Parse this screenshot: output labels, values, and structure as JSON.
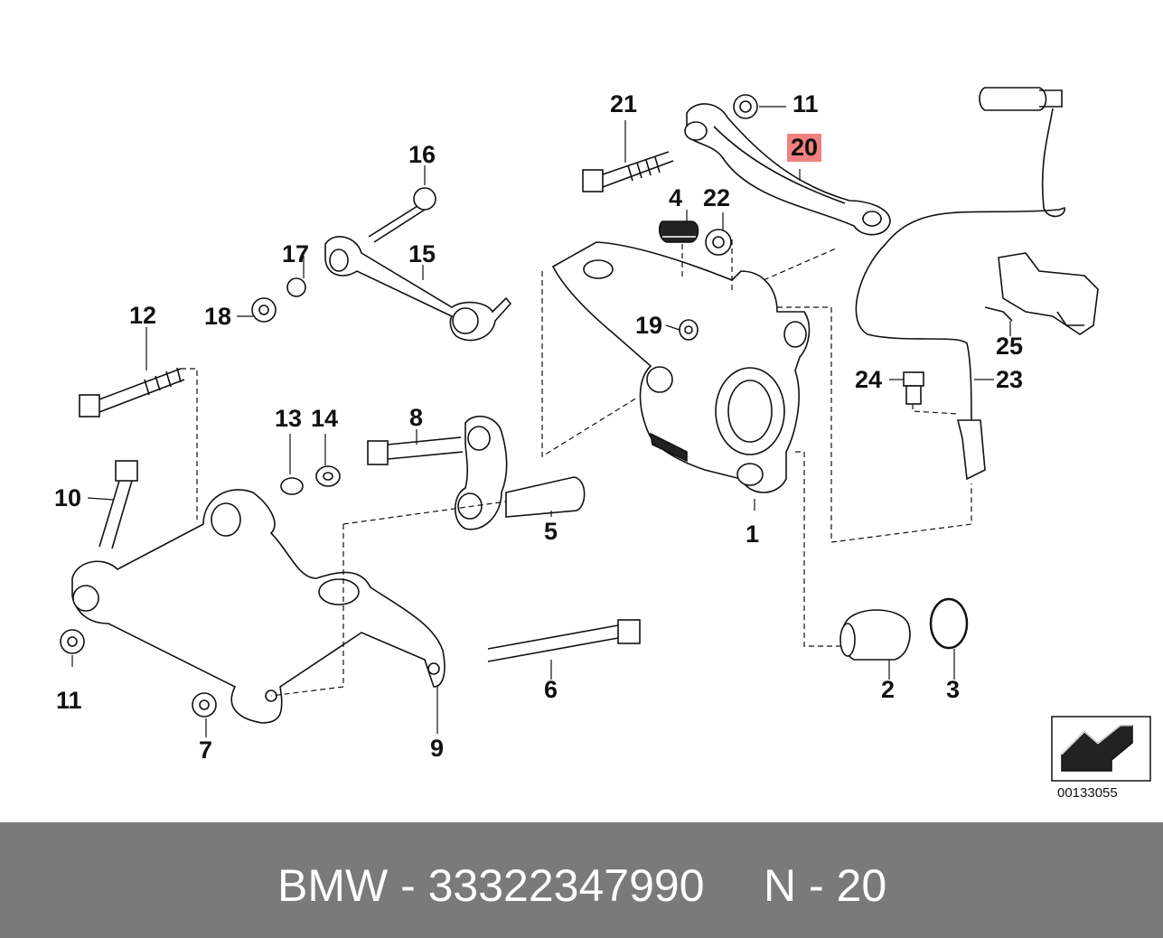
{
  "diagram": {
    "highlight_color": "#f08080",
    "diagram_id": "00133055",
    "callouts": {
      "c1": "1",
      "c2": "2",
      "c3": "3",
      "c4": "4",
      "c5": "5",
      "c6": "6",
      "c7": "7",
      "c8": "8",
      "c9": "9",
      "c10": "10",
      "c11a": "11",
      "c11b": "11",
      "c12": "12",
      "c13": "13",
      "c14": "14",
      "c15": "15",
      "c16": "16",
      "c17": "17",
      "c18": "18",
      "c19": "19",
      "c20": "20",
      "c21": "21",
      "c22": "22",
      "c23": "23",
      "c24": "24",
      "c25": "25"
    }
  },
  "footer": {
    "background": "#7a7a7a",
    "part_text": "BMW - 33322347990",
    "position_text": "N - 20"
  }
}
